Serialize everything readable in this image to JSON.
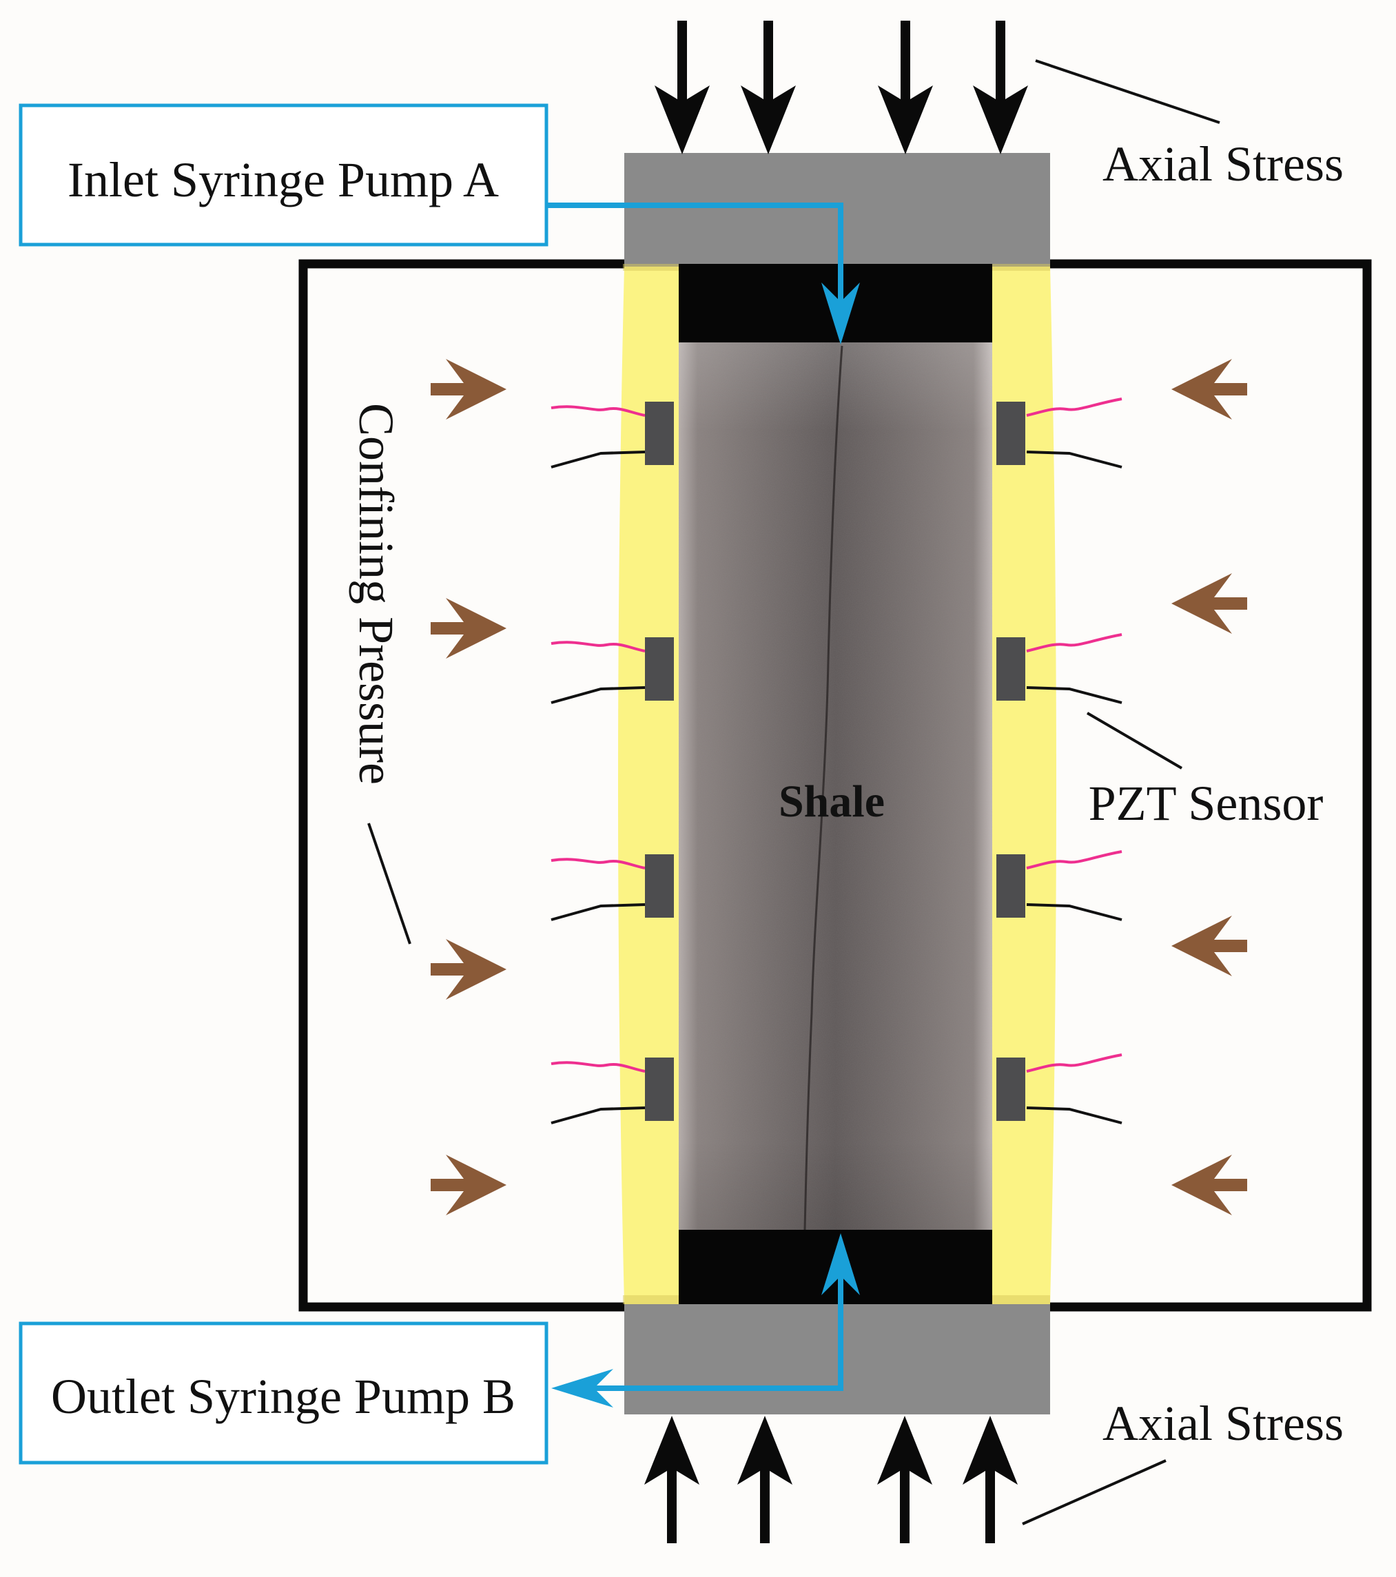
{
  "labels": {
    "inlet_pump": "Inlet Syringe Pump A",
    "outlet_pump": "Outlet Syringe Pump B",
    "axial_stress_top": "Axial Stress",
    "axial_stress_bottom": "Axial Stress",
    "confining_pressure": "Confining Pressure",
    "shale": "Shale",
    "pzt_sensor": "PZT Sensor"
  },
  "icons": {
    "axial_arrow": "down-arrow / up-arrow",
    "confining_arrow": "right-arrow / left-arrow",
    "flow_arrow": "flow-arrow"
  },
  "colors": {
    "background": "#fdfcfa",
    "pump_box_border": "#1aa0d8",
    "flow_line": "#1aa0d8",
    "platen": "#8a8a8a",
    "end_cap": "#060606",
    "rubber_sleeve": "#fbf384",
    "shale_core": "#6e6666",
    "pzt_sensor": "#4d4d4f",
    "sensor_wire_pink": "#ee2f8f",
    "sensor_wire_black": "#111111",
    "confining_arrow": "#8a5a38",
    "axial_arrow": "#0a0a0a",
    "vessel_border": "#0a0a0a"
  }
}
